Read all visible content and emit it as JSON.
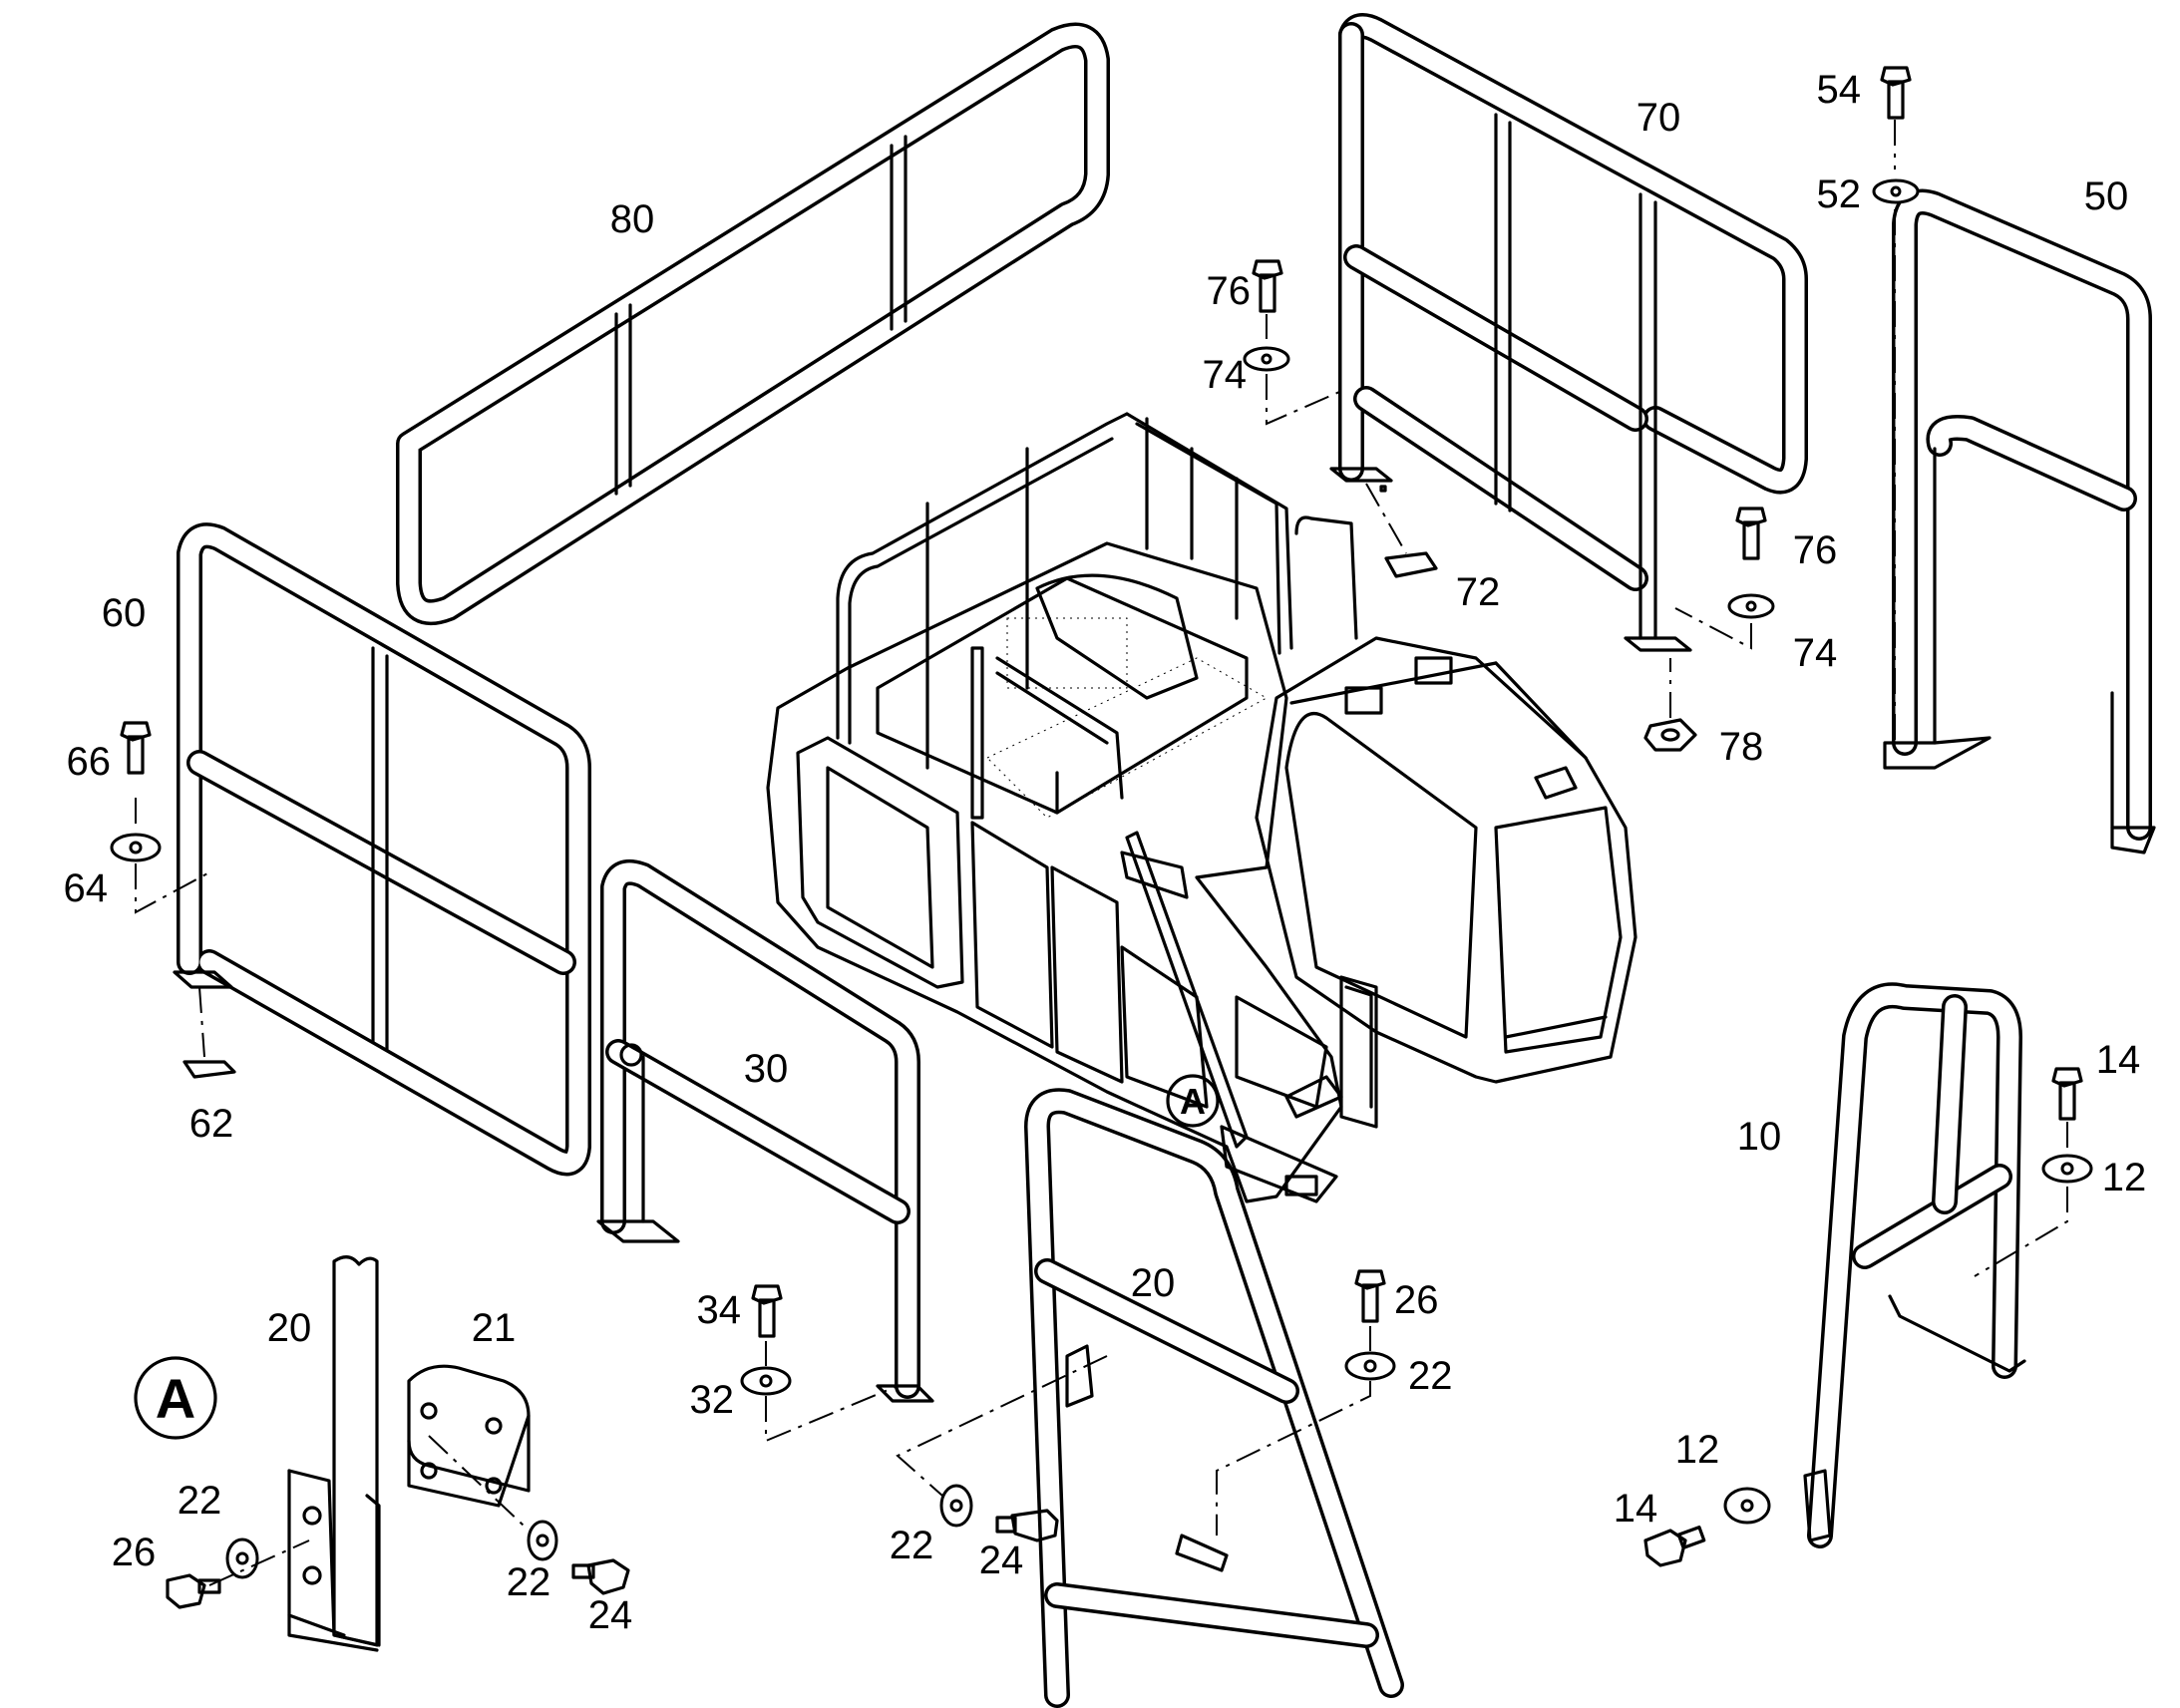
{
  "diagram": {
    "callouts": [
      {
        "id": "c80",
        "text": "80"
      },
      {
        "id": "c70",
        "text": "70"
      },
      {
        "id": "c54",
        "text": "54"
      },
      {
        "id": "c52",
        "text": "52"
      },
      {
        "id": "c50",
        "text": "50"
      },
      {
        "id": "c76a",
        "text": "76"
      },
      {
        "id": "c74a",
        "text": "74"
      },
      {
        "id": "c72",
        "text": "72"
      },
      {
        "id": "c76b",
        "text": "76"
      },
      {
        "id": "c74b",
        "text": "74"
      },
      {
        "id": "c78",
        "text": "78"
      },
      {
        "id": "c60",
        "text": "60"
      },
      {
        "id": "c66",
        "text": "66"
      },
      {
        "id": "c64",
        "text": "64"
      },
      {
        "id": "c62",
        "text": "62"
      },
      {
        "id": "c30",
        "text": "30"
      },
      {
        "id": "c34",
        "text": "34"
      },
      {
        "id": "c32",
        "text": "32"
      },
      {
        "id": "c20a",
        "text": "20"
      },
      {
        "id": "c26a",
        "text": "26"
      },
      {
        "id": "c22a",
        "text": "22"
      },
      {
        "id": "c22b",
        "text": "22"
      },
      {
        "id": "c24a",
        "text": "24"
      },
      {
        "id": "c10",
        "text": "10"
      },
      {
        "id": "c14a",
        "text": "14"
      },
      {
        "id": "c12a",
        "text": "12"
      },
      {
        "id": "c12b",
        "text": "12"
      },
      {
        "id": "c14b",
        "text": "14"
      },
      {
        "id": "c20b",
        "text": "20"
      },
      {
        "id": "c21",
        "text": "21"
      },
      {
        "id": "c22c",
        "text": "22"
      },
      {
        "id": "c26b",
        "text": "26"
      },
      {
        "id": "c22d",
        "text": "22"
      },
      {
        "id": "c24b",
        "text": "24"
      }
    ],
    "view_markers": [
      {
        "id": "marker-main",
        "text": "A"
      },
      {
        "id": "marker-detail",
        "text": "A"
      }
    ]
  }
}
